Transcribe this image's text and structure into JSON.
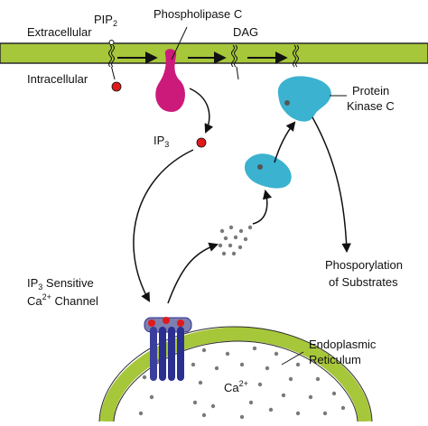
{
  "labels": {
    "extracellular": "Extracellular",
    "intracellular": "Intracellular",
    "pip": "PIP",
    "pip_sub": "2",
    "phospholipase": "Phospholipase C",
    "dag": "DAG",
    "protein": "Protein",
    "kinase": "Kinase C",
    "ip3": "IP",
    "ip3_sub": "3",
    "phospho_line1": "Phosporylation",
    "phospho_line2": "of Substrates",
    "channel_ip": "IP",
    "channel_ip_sub": "3",
    "channel_sensitive": " Sensitive",
    "channel_ca": "Ca",
    "channel_ca_sup": "2+",
    "channel_word": " Channel",
    "er_line1": "Endoplasmic",
    "er_line2": "Reticulum",
    "er_ca": "Ca",
    "er_ca_sup": "2+"
  },
  "colors": {
    "membrane": "#a6c73a",
    "membrane_edge": "#2a2a2a",
    "phospholipase": "#cc1a7a",
    "kinase": "#3bb2cf",
    "ip3": "#e01a1a",
    "channel": "#2b2f8f",
    "channel_cap": "#7d7fb0",
    "calcium": "#7a7a7a"
  }
}
